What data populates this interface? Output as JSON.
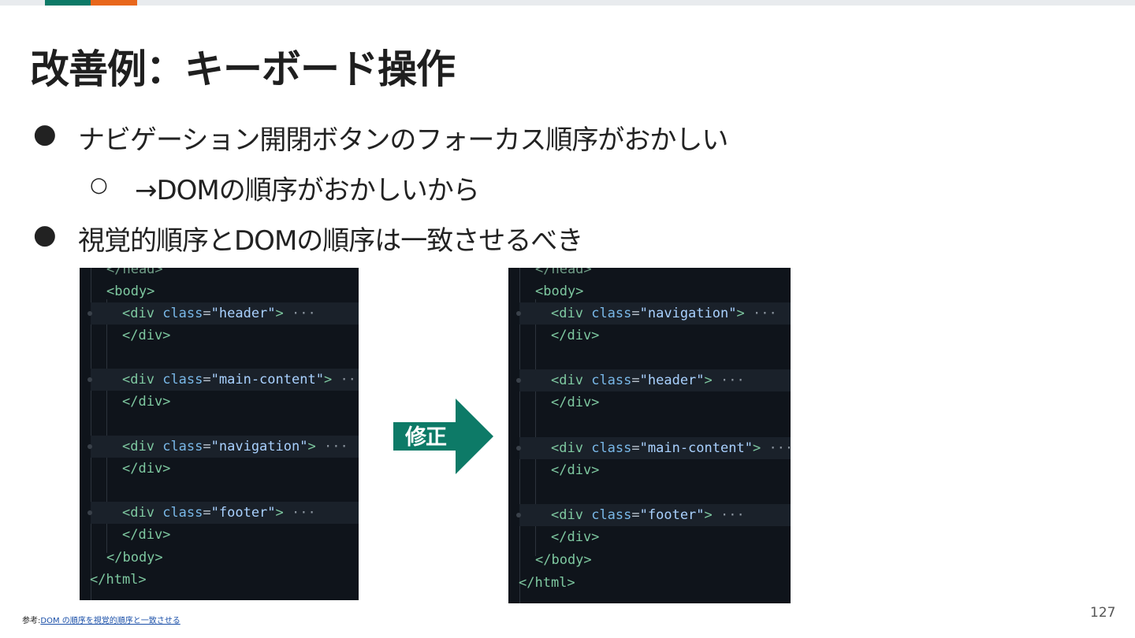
{
  "slide": {
    "title": "改善例：キーボード操作",
    "bullets": [
      {
        "mark": "●",
        "text": "ナビゲーション開閉ボタンのフォーカス順序がおかしい"
      },
      {
        "mark": "○",
        "text": "→DOMの順序がおかしいから"
      },
      {
        "mark": "●",
        "text": "視覚的順序とDOMの順序は一致させるべき"
      }
    ],
    "arrow_label": "修正",
    "reference_prefix": "参考:",
    "reference_link": "DOM の順序を視覚的順序と一致させる",
    "page_number": "127"
  },
  "colors": {
    "accent_green": "#0d7a67",
    "accent_orange": "#e8671c",
    "code_bg": "#0f141b"
  },
  "code_before": {
    "head_close": "</head>",
    "body_open": "<body>",
    "blocks": [
      {
        "open_tag": "<div",
        "attr": "class",
        "eq": "=",
        "value": "\"header\"",
        "close": ">",
        "ellipsis": "···",
        "close_tag": "</div>"
      },
      {
        "open_tag": "<div",
        "attr": "class",
        "eq": "=",
        "value": "\"main-content\"",
        "close": ">",
        "ellipsis": "···",
        "close_tag": "</div>"
      },
      {
        "open_tag": "<div",
        "attr": "class",
        "eq": "=",
        "value": "\"navigation\"",
        "close": ">",
        "ellipsis": "···",
        "close_tag": "</div>"
      },
      {
        "open_tag": "<div",
        "attr": "class",
        "eq": "=",
        "value": "\"footer\"",
        "close": ">",
        "ellipsis": "···",
        "close_tag": "</div>"
      }
    ],
    "body_close": "</body>",
    "html_close": "</html>"
  },
  "code_after": {
    "head_close": "</head>",
    "body_open": "<body>",
    "blocks": [
      {
        "open_tag": "<div",
        "attr": "class",
        "eq": "=",
        "value": "\"navigation\"",
        "close": ">",
        "ellipsis": "···",
        "close_tag": "</div>"
      },
      {
        "open_tag": "<div",
        "attr": "class",
        "eq": "=",
        "value": "\"header\"",
        "close": ">",
        "ellipsis": "···",
        "close_tag": "</div>"
      },
      {
        "open_tag": "<div",
        "attr": "class",
        "eq": "=",
        "value": "\"main-content\"",
        "close": ">",
        "ellipsis": "···",
        "close_tag": "</div>"
      },
      {
        "open_tag": "<div",
        "attr": "class",
        "eq": "=",
        "value": "\"footer\"",
        "close": ">",
        "ellipsis": "···",
        "close_tag": "</div>"
      }
    ],
    "body_close": "</body>",
    "html_close": "</html>"
  }
}
